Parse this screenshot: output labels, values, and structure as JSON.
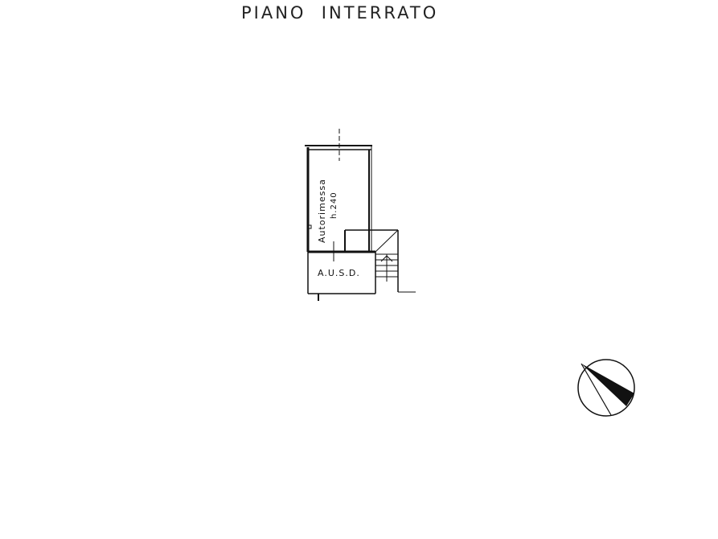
{
  "title": "PIANO  INTERRATO",
  "rooms": [
    {
      "name": "Autorimessa",
      "height_label": "h.240"
    },
    {
      "name": "A.U.S.D."
    }
  ],
  "icons": {
    "north_arrow": "compass-north-arrow"
  },
  "colors": {
    "line": "#111111",
    "background": "#ffffff"
  }
}
